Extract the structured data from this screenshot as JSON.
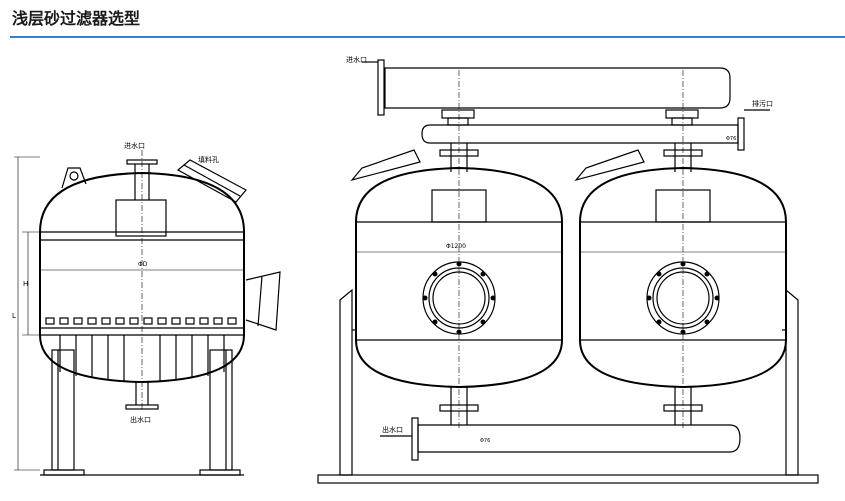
{
  "header": {
    "title": "浅层砂过滤器选型"
  },
  "left_view": {
    "inlet_label": "进水口",
    "fill_label": "填料孔",
    "outlet_label": "出水口",
    "dia_label": "ΦD",
    "h_label": "H",
    "l_label": "L"
  },
  "right_view": {
    "inlet_label": "进水口",
    "backwash_label": "排污口",
    "outlet_label": "出水口",
    "dia_label": "Φ1200",
    "pipe_dia_top": "Φ76",
    "pipe_dia_bottom": "Φ76"
  }
}
